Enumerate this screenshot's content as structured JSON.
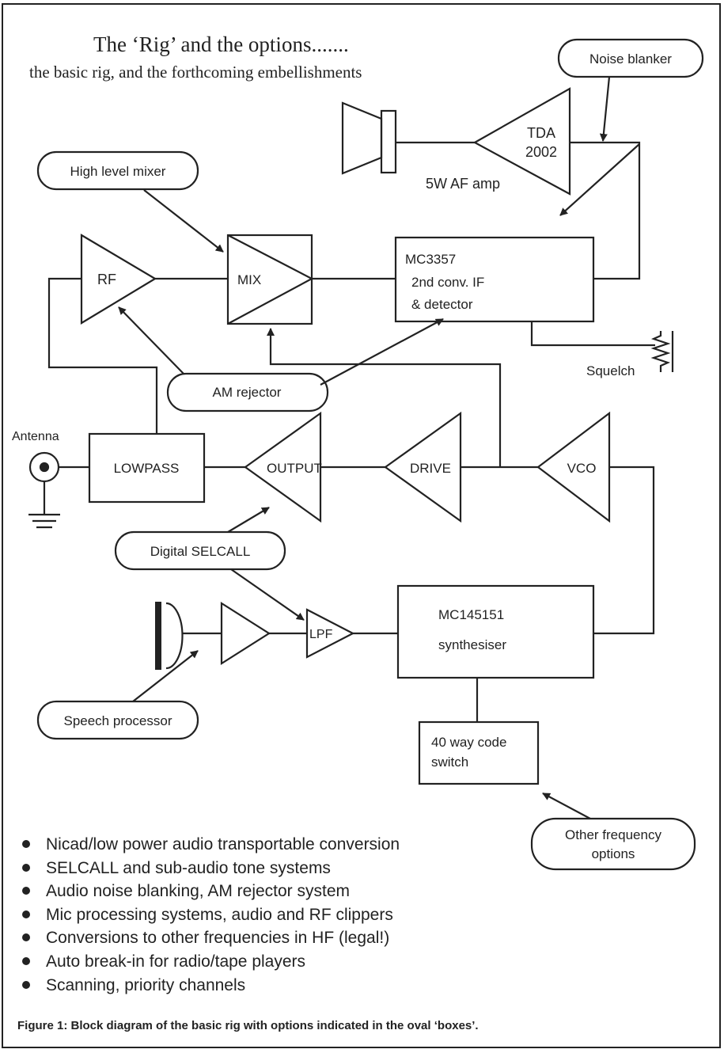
{
  "title": "The ‘Rig’ and the options.......",
  "subtitle": "the basic rig, and the forthcoming embellishments",
  "options": {
    "noise_blanker": "Noise blanker",
    "high_level_mixer": "High level mixer",
    "am_rejector": "AM rejector",
    "digital_selcall": "Digital SELCALL",
    "speech_processor": "Speech processor",
    "other_frequency_line1": "Other frequency",
    "other_frequency_line2": "options"
  },
  "blocks": {
    "tda_line1": "TDA",
    "tda_line2": "2002",
    "af_amp": "5W AF amp",
    "rf": "RF",
    "mix": "MIX",
    "mc3357_line1": "MC3357",
    "mc3357_line2": "2nd conv. IF",
    "mc3357_line3": "& detector",
    "squelch": "Squelch",
    "antenna": "Antenna",
    "lowpass": "LOWPASS",
    "output": "OUTPUT",
    "drive": "DRIVE",
    "vco": "VCO",
    "lpf": "LPF",
    "synth_line1": "MC145151",
    "synth_line2": "synthesiser",
    "code_switch_line1": "40 way code",
    "code_switch_line2": "switch"
  },
  "bullets": [
    "Nicad/low power audio transportable conversion",
    "SELCALL and sub-audio tone systems",
    "Audio noise blanking, AM rejector system",
    "Mic processing systems, audio and RF clippers",
    "Conversions to other frequencies in HF (legal!)",
    "Auto break-in for radio/tape players",
    "Scanning, priority channels"
  ],
  "caption": "Figure 1: Block diagram of the basic rig with options indicated   in the oval ‘boxes’."
}
